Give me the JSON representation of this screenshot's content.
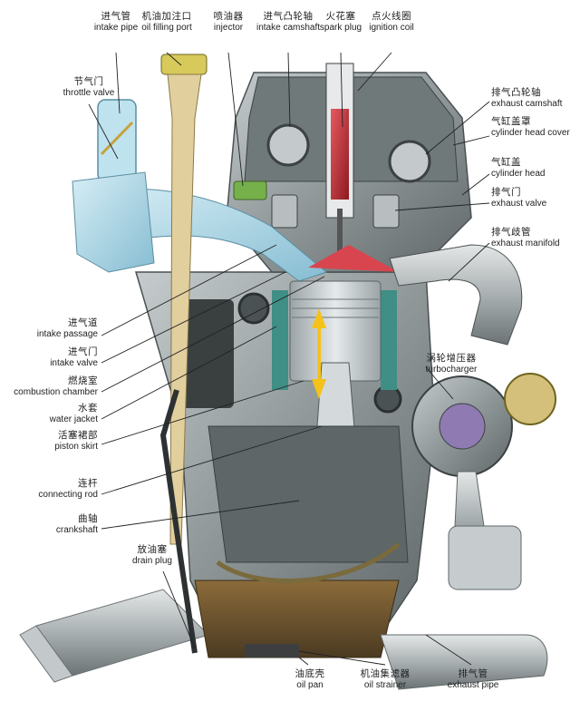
{
  "labels": {
    "intake_pipe": {
      "zh": "进气管",
      "en": "intake pipe"
    },
    "oil_filling_port": {
      "zh": "机油加注口",
      "en": "oil filling port"
    },
    "injector": {
      "zh": "喷油器",
      "en": "injector"
    },
    "intake_camshaft": {
      "zh": "进气凸轮轴",
      "en": "intake camshaft"
    },
    "spark_plug": {
      "zh": "火花塞",
      "en": "spark plug"
    },
    "ignition_coil": {
      "zh": "点火线圈",
      "en": "ignition coil"
    },
    "throttle_valve": {
      "zh": "节气门",
      "en": "throttle valve"
    },
    "exhaust_camshaft": {
      "zh": "排气凸轮轴",
      "en": "exhaust camshaft"
    },
    "cylinder_head_cover": {
      "zh": "气缸盖罩",
      "en": "cylinder head cover"
    },
    "cylinder_head": {
      "zh": "气缸盖",
      "en": "cylinder head"
    },
    "exhaust_valve": {
      "zh": "排气门",
      "en": "exhaust valve"
    },
    "exhaust_manifold": {
      "zh": "排气歧管",
      "en": "exhaust manifold"
    },
    "intake_passage": {
      "zh": "进气道",
      "en": "intake passage"
    },
    "intake_valve": {
      "zh": "进气门",
      "en": "intake valve"
    },
    "combustion_chamber": {
      "zh": "燃烧室",
      "en": "combustion chamber"
    },
    "water_jacket": {
      "zh": "水套",
      "en": "water jacket"
    },
    "piston_skirt": {
      "zh": "活塞裙部",
      "en": "piston skirt"
    },
    "turbocharger": {
      "zh": "涡轮增压器",
      "en": "turbocharger"
    },
    "connecting_rod": {
      "zh": "连杆",
      "en": "connecting rod"
    },
    "crankshaft": {
      "zh": "曲轴",
      "en": "crankshaft"
    },
    "drain_plug": {
      "zh": "放油塞",
      "en": "drain plug"
    },
    "oil_pan": {
      "zh": "油底壳",
      "en": "oil pan"
    },
    "oil_strainer": {
      "zh": "机油集滤器",
      "en": "oil strainer"
    },
    "exhaust_pipe": {
      "zh": "排气管",
      "en": "exhaust pipe"
    }
  },
  "colors": {
    "block": "#8f9798",
    "block_dark": "#5c6465",
    "head_cover": "#7d8788",
    "water_jacket": "#3f8f86",
    "intake_blue": "#a9d5e6",
    "combustion_red": "#c2303a",
    "piston": "#c9d1d4",
    "arrow_yellow": "#f4c21a",
    "oil_dark": "#2d3131",
    "leader": "#222222"
  }
}
